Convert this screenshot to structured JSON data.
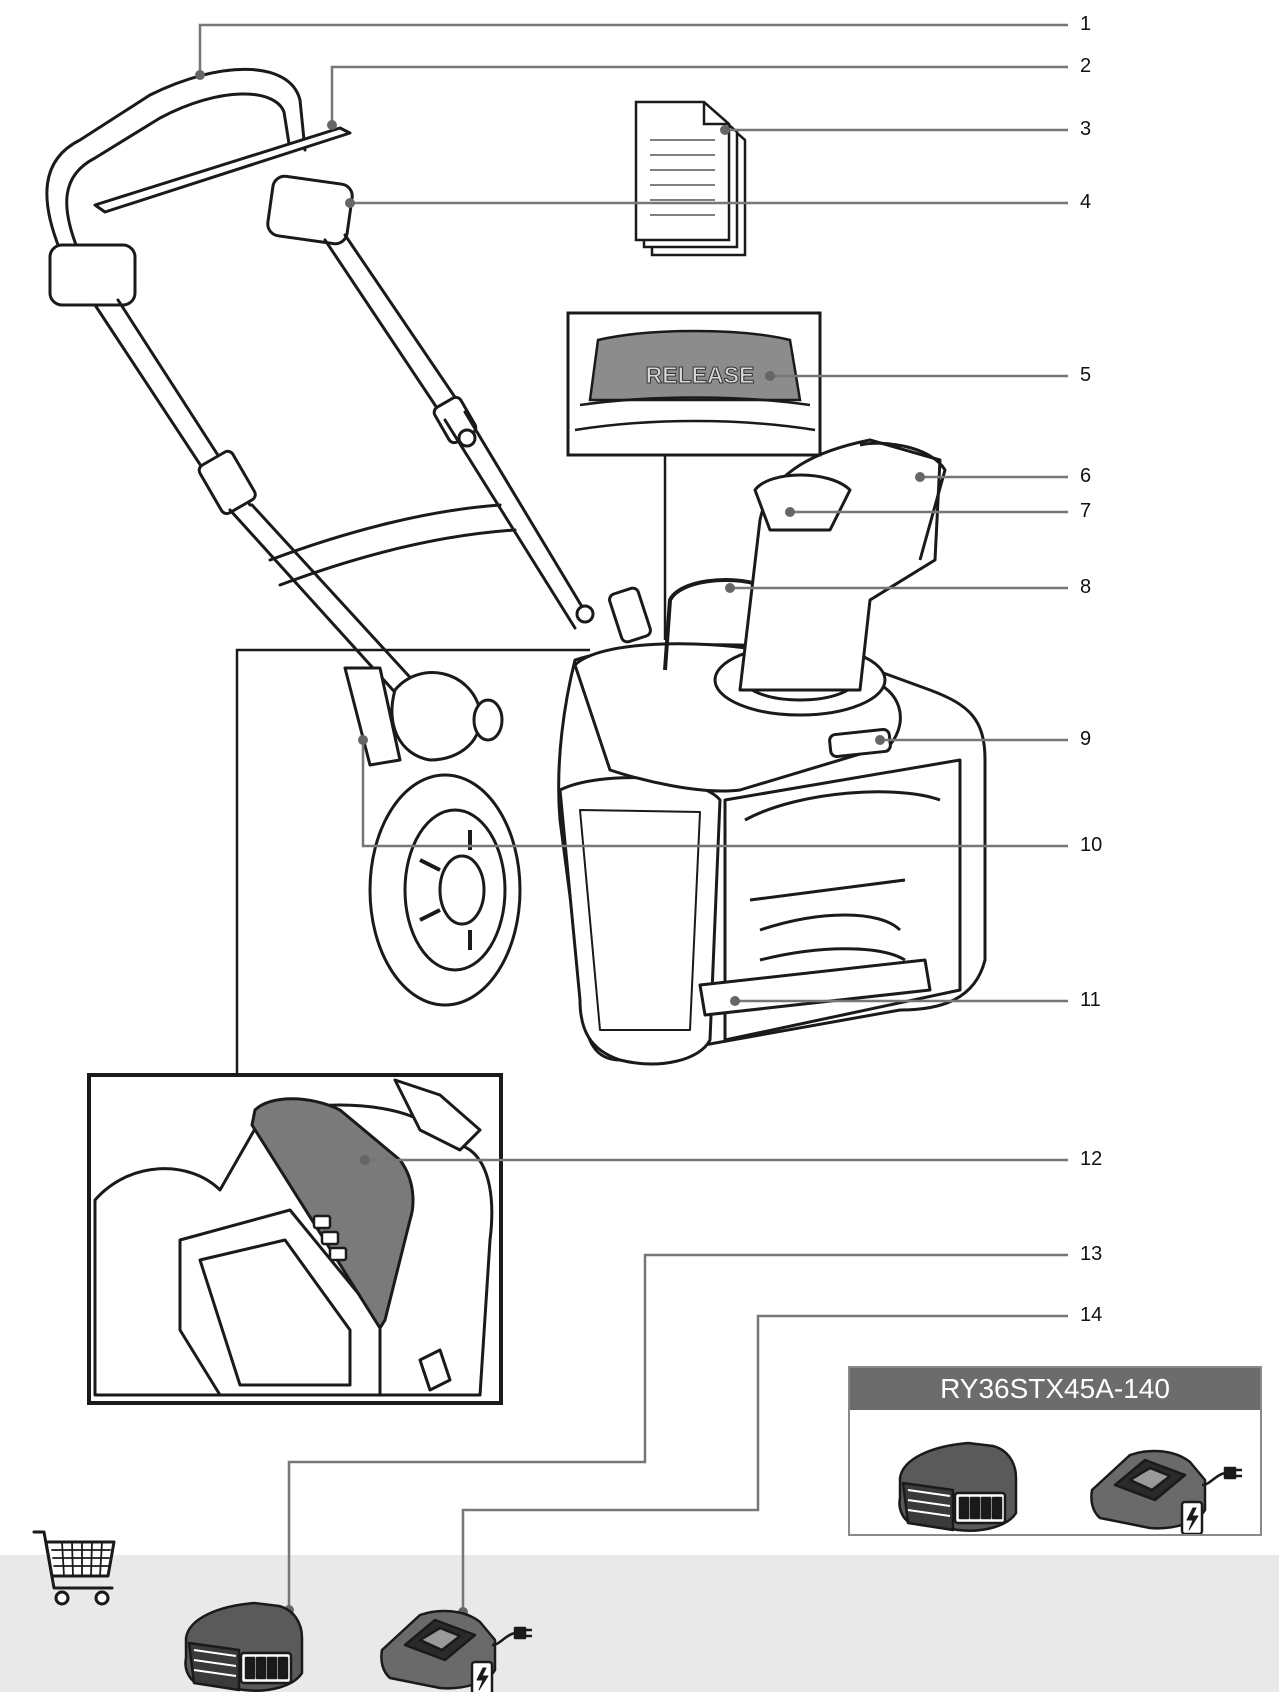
{
  "callouts": [
    {
      "number": "1"
    },
    {
      "number": "2"
    },
    {
      "number": "3"
    },
    {
      "number": "4"
    },
    {
      "number": "5"
    },
    {
      "number": "6"
    },
    {
      "number": "7"
    },
    {
      "number": "8"
    },
    {
      "number": "9"
    },
    {
      "number": "10"
    },
    {
      "number": "11"
    },
    {
      "number": "12"
    },
    {
      "number": "13"
    },
    {
      "number": "14"
    }
  ],
  "release_label": "RELEASE",
  "kit_box": {
    "model": "RY36STX45A-140",
    "items": [
      "battery-icon",
      "charger-icon"
    ]
  },
  "accessories": {
    "icon": "shopping-cart-icon",
    "items": [
      "battery-icon",
      "charger-icon"
    ]
  },
  "colors": {
    "line": "#1a1a1a",
    "leader": "#777777",
    "panel_gray": "#e9e9e9",
    "model_header": "#6c6c6c"
  }
}
